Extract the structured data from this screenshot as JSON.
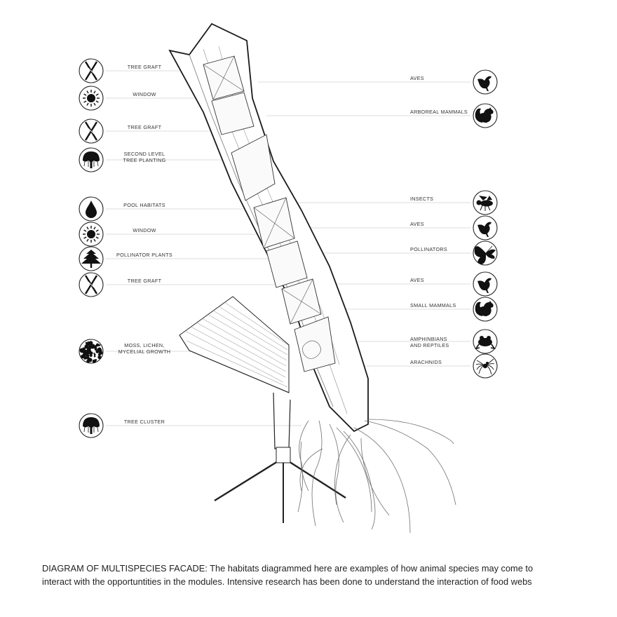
{
  "left_labels": [
    {
      "text": "TREE GRAFT",
      "icon": "tree-graft-icon"
    },
    {
      "text": "WINDOW",
      "icon": "sun-icon"
    },
    {
      "text": "TREE GRAFT",
      "icon": "tree-graft-icon"
    },
    {
      "text": "SECOND LEVEL",
      "text2": "TREE PLANTING",
      "icon": "tree-icon"
    },
    {
      "text": "POOL HABITATS",
      "icon": "water-drop-icon"
    },
    {
      "text": "WINDOW",
      "icon": "sun-icon"
    },
    {
      "text": "POLLINATOR PLANTS",
      "icon": "pollinator-plant-icon"
    },
    {
      "text": "TREE GRAFT",
      "icon": "tree-graft-icon"
    },
    {
      "text": "MOSS, LICHEN,",
      "text2": "MYCELIAL GROWTH",
      "icon": "moss-icon"
    },
    {
      "text": "TREE CLUSTER",
      "icon": "tree-icon"
    }
  ],
  "right_labels": [
    {
      "text": "AVES",
      "icon": "bird-icon"
    },
    {
      "text": "ARBOREAL MAMMALS",
      "icon": "squirrel-icon"
    },
    {
      "text": "INSECTS",
      "icon": "bee-icon"
    },
    {
      "text": "AVES",
      "icon": "bird-icon"
    },
    {
      "text": "POLLINATORS",
      "icon": "butterfly-icon"
    },
    {
      "text": "AVES",
      "icon": "bird-icon"
    },
    {
      "text": "SMALL MAMMALS",
      "icon": "squirrel-icon"
    },
    {
      "text": "AMPHINBIANS",
      "text2": "AND REPTILES",
      "icon": "frog-icon"
    },
    {
      "text": "ARACHNIDS",
      "icon": "spider-icon"
    }
  ],
  "caption": {
    "line1": "DIAGRAM OF MULTISPECIES FACADE: The habitats diagrammed here are examples of how animal species may come to",
    "line2": "interact with the opportuntities in the modules. Intensive research has been done to understand the interaction of food webs"
  }
}
